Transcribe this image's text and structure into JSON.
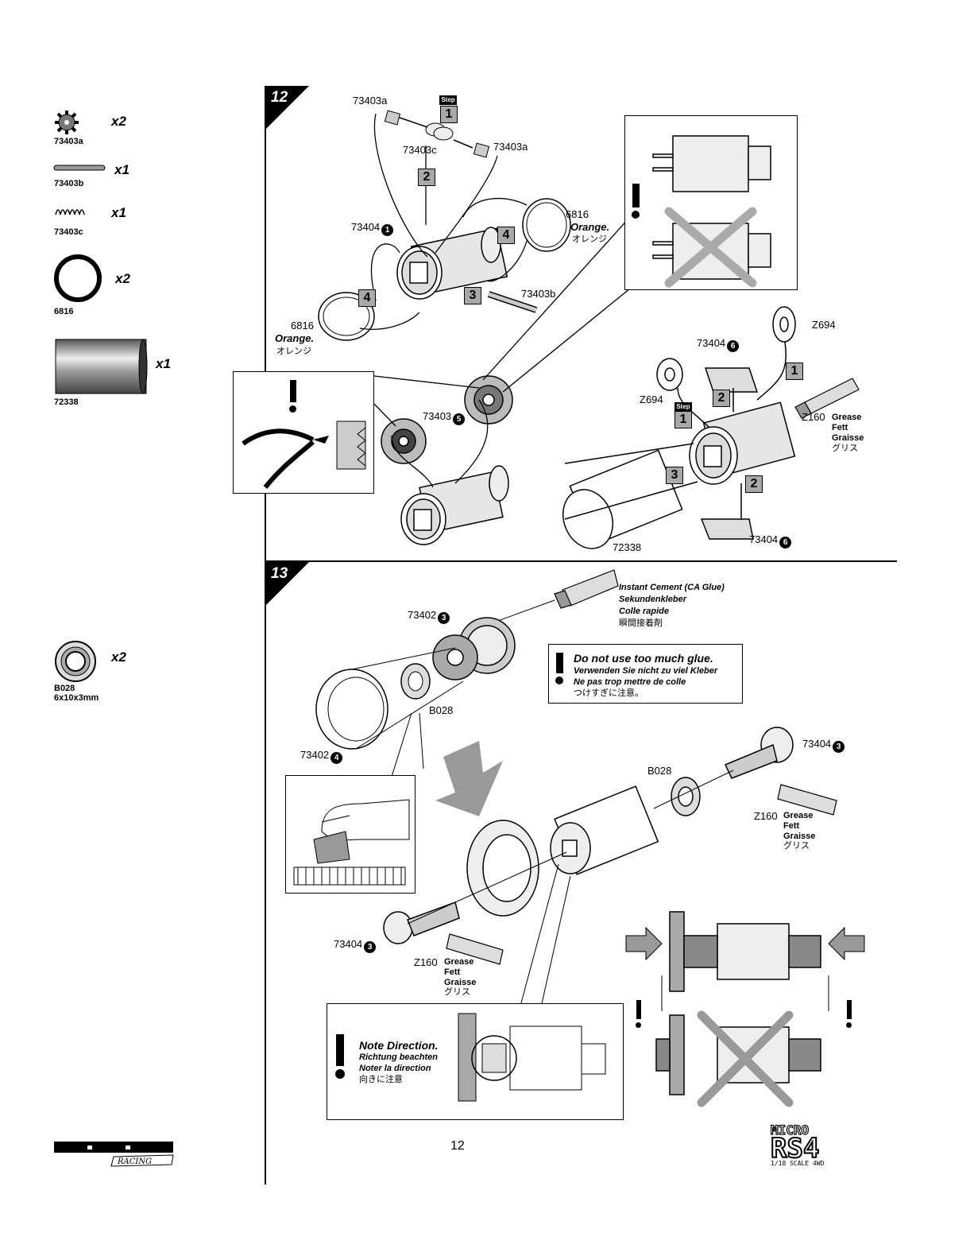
{
  "parts": [
    {
      "code": "73403a",
      "qty": "x2",
      "icon": "pinion-gear-icon"
    },
    {
      "code": "73403b",
      "qty": "x1",
      "icon": "pin-shaft-icon"
    },
    {
      "code": "73403c",
      "qty": "x1",
      "icon": "spring-icon"
    },
    {
      "code": "6816",
      "qty": "x2",
      "icon": "o-ring-icon"
    },
    {
      "code": "72338",
      "qty": "x1",
      "icon": "metal-sleeve-icon"
    },
    {
      "code": "B028",
      "size": "6x10x3mm",
      "qty": "x2",
      "icon": "ball-bearing-icon"
    }
  ],
  "step12": {
    "number": "12",
    "labels": {
      "p73403a_top": "73403a",
      "step_tag": "Step",
      "p73403c": "73403c",
      "p73403a_right": "73403a",
      "p6816_right": "6816",
      "orange_right": "Orange.",
      "orange_jp_right": "オレンジ",
      "p73404_1": "73404",
      "badge_1": "1",
      "p73403b": "73403b",
      "p6816_left": "6816",
      "orange_left": "Orange.",
      "orange_jp_left": "オレンジ",
      "p73403_5": "73403",
      "badge_5": "5",
      "p73404_6_top": "73404",
      "badge_6": "6",
      "z694_right": "Z694",
      "z694_left": "Z694",
      "step_tag_2": "Step",
      "z160": "Z160",
      "grease": "Grease",
      "fett": "Fett",
      "graisse": "Graisse",
      "grease_jp": "グリス",
      "p72338": "72338",
      "p73404_6_bottom": "73404",
      "badge_6b": "6"
    },
    "steps": [
      "1",
      "2",
      "3",
      "4",
      "4",
      "1",
      "2",
      "1",
      "2",
      "3"
    ]
  },
  "step13": {
    "number": "13",
    "labels": {
      "ca_en": "Instant Cement  (CA Glue)",
      "ca_de": "Sekundenkleber",
      "ca_fr": "Colle rapide",
      "ca_jp": "瞬間接着剤",
      "p73402_3": "73402",
      "badge_3": "3",
      "glue_en": "Do not use too much glue.",
      "glue_de": "Verwenden Sie nicht zu viel Kleber",
      "glue_fr": "Ne pas trop mettre de colle",
      "glue_jp": "つけすぎに注意。",
      "b028_top": "B028",
      "p73402_4": "73402",
      "badge_4": "4",
      "p73404_3_right": "73404",
      "badge_3b": "3",
      "b028_right": "B028",
      "z160_right": "Z160",
      "grease_r": "Grease",
      "fett_r": "Fett",
      "graisse_r": "Graisse",
      "grease_jp_r": "グリス",
      "p73404_3_left": "73404",
      "badge_3c": "3",
      "z160_left": "Z160",
      "grease_l": "Grease",
      "fett_l": "Fett",
      "graisse_l": "Graisse",
      "grease_jp_l": "グリス",
      "dir_en": "Note Direction.",
      "dir_de": "Richtung beachten",
      "dir_fr": "Noter la direction",
      "dir_jp": "向きに注意"
    }
  },
  "footer": {
    "page_number": "12",
    "brand_logo": "HPI RACING",
    "product_logo": "MICRO RS4",
    "product_sub": "1/18 SCALE 4WD"
  },
  "colors": {
    "step_box": "#a9a9a9",
    "ink": "#000000",
    "cross": "#aaaaaa"
  }
}
